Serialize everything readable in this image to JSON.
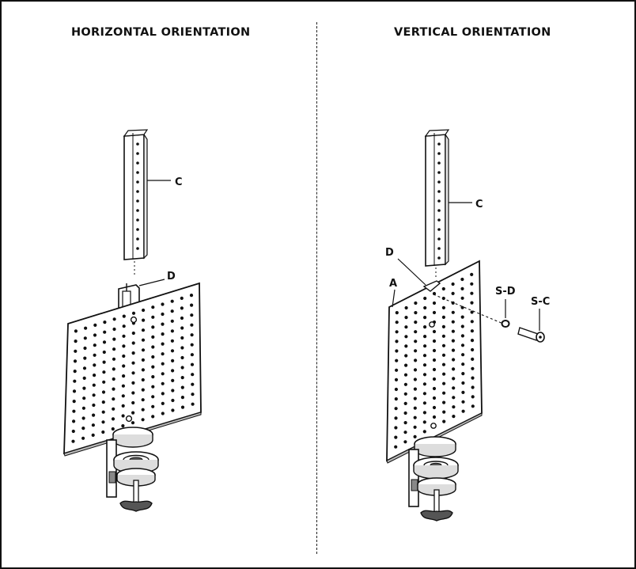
{
  "headings": {
    "horizontal": "HORIZONTAL ORIENTATION",
    "vertical": "VERTICAL ORIENTATION"
  },
  "left_labels": {
    "c": "C",
    "d": "D"
  },
  "right_labels": {
    "c": "C",
    "d": "D",
    "a": "A",
    "sd": "S-D",
    "sc": "S-C"
  }
}
